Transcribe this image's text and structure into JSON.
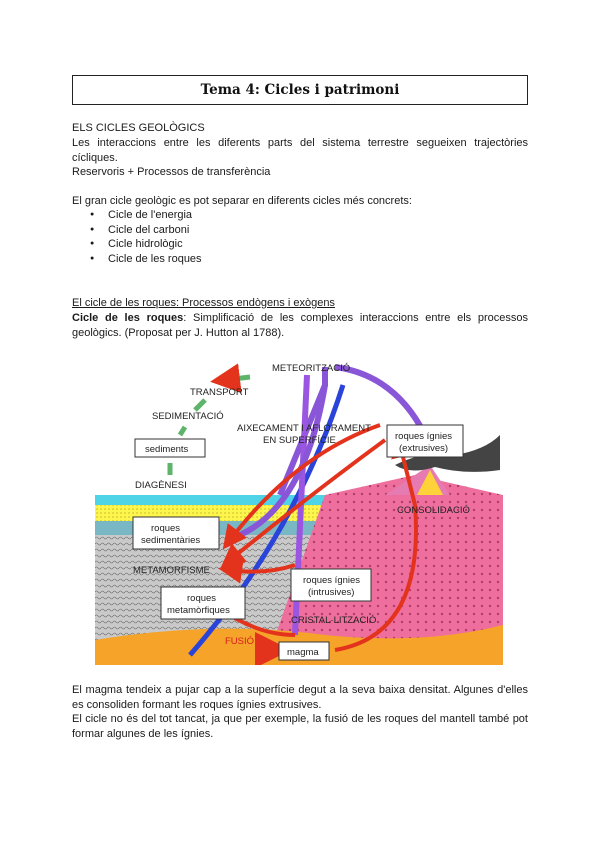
{
  "title": "Tema 4: Cicles i patrimoni",
  "intro": {
    "heading": "ELS CICLES GEOLÒGICS",
    "para1": "Les interaccions entre les diferents parts del sistema terrestre segueixen trajectòries cícliques.",
    "para2": "Reservoris + Processos de transferència"
  },
  "cycles": {
    "lead": "El gran cicle geològic es pot separar en diferents cicles més concrets:",
    "items": [
      "Cicle de l'energia",
      "Cicle del carboni",
      "Cicle hidrològic",
      "Cicle de les roques"
    ]
  },
  "rock_cycle": {
    "heading": "El cicle de les roques: Processos endògens i exògens",
    "def_bold": "Cicle de les roques",
    "def_rest": ": Simplificació de les complexes interaccions entre els processos geològics. (Proposat per J. Hutton al 1788)."
  },
  "diagram": {
    "meteoritzacio": "METEORITZACIÓ",
    "transport": "TRANSPORT",
    "sedimentacio": "SEDIMENTACIÓ",
    "sediments": "sediments",
    "diagenesi": "DIAGÈNESI",
    "aixecament_1": "AIXECAMENT I AFLORAMENT",
    "aixecament_2": "EN SUPERFÍCIE",
    "roques_ignies_ext_1": "roques ígnies",
    "roques_ignies_ext_2": "(extrusives)",
    "consolidacio": "CONSOLIDACIÓ",
    "roques_sed_1": "roques",
    "roques_sed_2": "sedimentàries",
    "metamorfisme": "METAMORFISME",
    "roques_ignies_int_1": "roques ígnies",
    "roques_ignies_int_2": "(intrusives)",
    "roques_met_1": "roques",
    "roques_met_2": "metamòrfiques",
    "cristal": "CRISTAL·LITZACIÓ",
    "fusio": "FUSIÓ",
    "magma": "magma"
  },
  "closing": {
    "para1": "El magma tendeix a pujar cap a la superfície degut a la seva baixa densitat. Algunes d'elles es consoliden formant les roques ígnies extrusives.",
    "para2": "El cicle no és del tot tancat, ja que per exemple, la fusió de les roques del mantell també pot formar algunes de les ígnies."
  }
}
